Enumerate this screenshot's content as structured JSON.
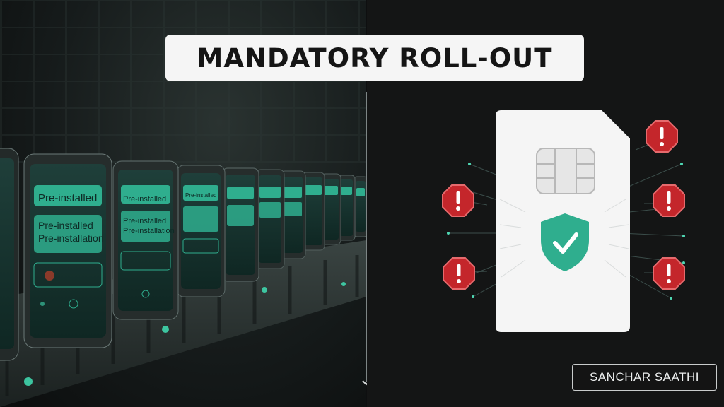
{
  "title": "MANDATORY ROLL-OUT",
  "brand": "SANCHAR SAATHI",
  "phones": {
    "label_top": "Pre-installed",
    "label_block_line1": "Pre-installed",
    "label_block_line2": "Pre-installation"
  },
  "icons": {
    "sim": "sim-card-icon",
    "shield": "shield-check-icon",
    "alert": "alert-octagon-icon",
    "chevron": "chevron-down-icon"
  },
  "colors": {
    "teal": "#2fae8e",
    "alert_red": "#c4262b",
    "panel": "#f5f5f5"
  }
}
